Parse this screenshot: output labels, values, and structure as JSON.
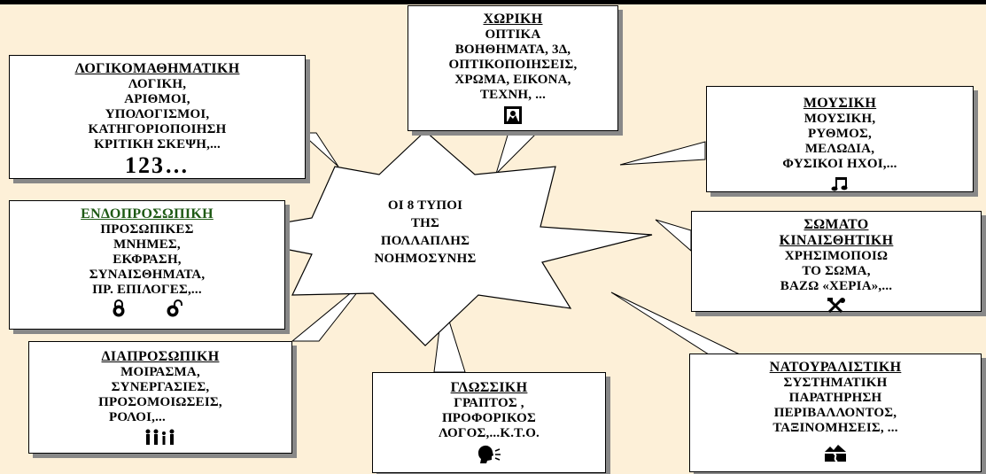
{
  "center": {
    "lines": [
      "ΟΙ 8 ΤΥΠΟΙ",
      "ΤΗΣ",
      "ΠΟΛΛΑΠΛΗΣ",
      "ΝΟΗΜΟΣΥΝΗΣ"
    ]
  },
  "colors": {
    "background": "#fdf0d8",
    "box": "#ffffff",
    "shadow": "#888888",
    "green_title": "#1e5a14",
    "text": "#000000"
  },
  "boxes": {
    "spatial": {
      "title": "ΧΩΡΙΚΗ",
      "lines": [
        "ΟΠΤΙΚΑ",
        "ΒΟΗΘΗΜΑΤΑ, 3Δ,",
        "ΟΠΤΙΚΟΠΟΙΗΣΕΙΣ,",
        "ΧΡΩΜΑ, ΕΙΚΟΝΑ,",
        "ΤΕΧΝΗ, ..."
      ],
      "icon": "picture-frame-icon"
    },
    "logical": {
      "title": "ΛΟΓΙΚΟΜΑΘΗΜΑΤΙΚΗ",
      "lines": [
        "ΛΟΓΙΚΗ,",
        "ΑΡΙΘΜΟΙ,",
        "ΥΠΟΛΟΓΙΣΜΟΙ,",
        "ΚΑΤΗΓΟΡΙΟΠΟΙΗΣΗ",
        "ΚΡΙΤΙΚΗ ΣΚΕΨΗ,..."
      ],
      "big": "123…"
    },
    "musical": {
      "title": "ΜΟΥΣΙΚΗ",
      "lines": [
        "ΜΟΥΣΙΚΗ,",
        "ΡΥΘΜΟΣ,",
        "ΜΕΛΩΔΙΑ,",
        "ΦΥΣΙΚΟΙ ΗΧΟΙ,..."
      ],
      "icon": "music-notes-icon"
    },
    "intrapersonal": {
      "title": "ΕΝΔΟΠΡΟΣΩΠΙΚΗ",
      "lines": [
        "ΠΡΟΣΩΠΙΚΕΣ",
        "ΜΝΗΜΕΣ,",
        "ΕΚΦΡΑΣΗ,",
        "ΣΥΝΑΙΣΘΗΜΑΤΑ,",
        "ΠΡ. ΕΠΙΛΟΓΕΣ,..."
      ],
      "icons": [
        "locked-padlock-icon",
        "unlocked-padlock-icon"
      ]
    },
    "kinesthetic": {
      "title_lines": [
        "ΣΩΜΑΤΟ",
        "ΚΙΝΑΙΣΘΗΤΙΚΗ"
      ],
      "lines": [
        "ΧΡΗΣΙΜΟΠΟΙΩ",
        "ΤΟ ΣΩΜΑ,",
        "ΒΑΖΩ «ΧΕΡΙΑ»,..."
      ],
      "icon": "tools-icon"
    },
    "interpersonal": {
      "title": "ΔΙΑΠΡΟΣΩΠΙΚΗ",
      "lines": [
        "ΜΟΙΡΑΣΜΑ,",
        "ΣΥΝΕΡΓΑΣΙΕΣ,",
        "ΠΡΟΣΟΜΟΙΩΣΕΙΣ,",
        "ΡΟΛΟΙ,..."
      ],
      "icon": "people-group-icon"
    },
    "linguistic": {
      "title": "ΓΛΩΣΣΙΚΗ",
      "lines": [
        "ΓΡΑΠΤΟΣ ,",
        "ΠΡΟΦΟΡΙΚΟΣ",
        "ΛΟΓΟΣ,...Κ.Τ.Ο."
      ],
      "icon": "speaking-head-icon"
    },
    "naturalist": {
      "title": "ΝΑΤΟΥΡΑΛΙΣΤΙΚΗ",
      "lines": [
        "ΣΥΣΤΗΜΑΤΙΚΗ",
        "ΠΑΡΑΤΗΡΗΣΗ",
        "ΠΕΡΙΒΑΛΛΟΝΤΟΣ,",
        "ΤΑΞΙΝΟΜΗΣΕΙΣ, ..."
      ],
      "icon": "landscape-road-icon"
    }
  }
}
